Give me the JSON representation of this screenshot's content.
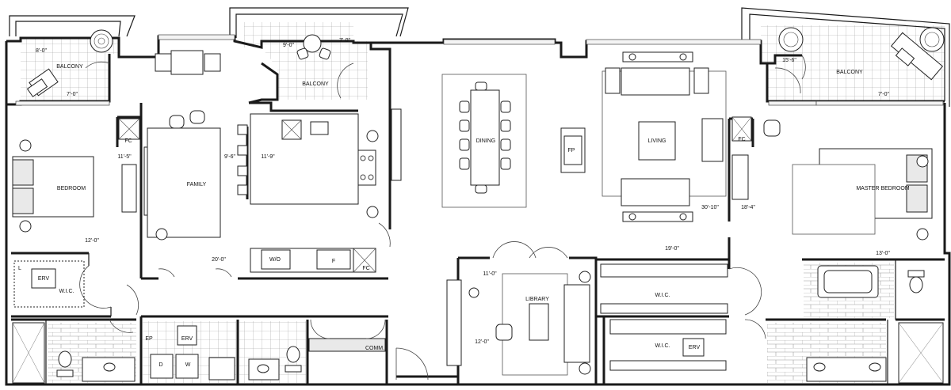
{
  "rooms": {
    "balcony_left": "BALCONY",
    "balcony_center": "BALCONY",
    "balcony_right": "BALCONY",
    "bedroom": "BEDROOM",
    "family": "FAMILY",
    "dining": "DINING",
    "fireplace": "FP",
    "living": "LIVING",
    "master_bedroom": "MASTER BEDROOM",
    "library": "LIBRARY",
    "wic_left": "W.I.C.",
    "wic_right_top": "W.I.C.",
    "wic_right_bottom": "W.I.C.",
    "erv_left": "ERV",
    "erv_laundry": "ERV",
    "erv_wic": "ERV",
    "comm": "COMM.",
    "ep": "EP",
    "dryer": "D",
    "washer": "W",
    "wo": "W/O",
    "fridge": "F",
    "fc_left": "FC",
    "fc_kitchen": "FC",
    "fc_right": "FC",
    "linen": "L"
  },
  "dimensions": {
    "balcony_left_w": "8'-0\"",
    "balcony_left_h": "7'-0\"",
    "balcony_center_w": "9'-0\"",
    "balcony_center_h": "7'-0\"",
    "balcony_right_w": "15'-6\"",
    "balcony_right_h": "7'-0\"",
    "bedroom_h": "11'-5\"",
    "bedroom_w": "12'-0\"",
    "family_h": "9'-6\"",
    "kitchen_h": "11'-9\"",
    "family_w": "20'-0\"",
    "living_w": "30'-10\"",
    "master_w": "18'-4\"",
    "wic_top_w": "19'-0\"",
    "library_w": "11'-0\"",
    "library_h": "12'-0\"",
    "ensuite_w": "13'-0\""
  }
}
